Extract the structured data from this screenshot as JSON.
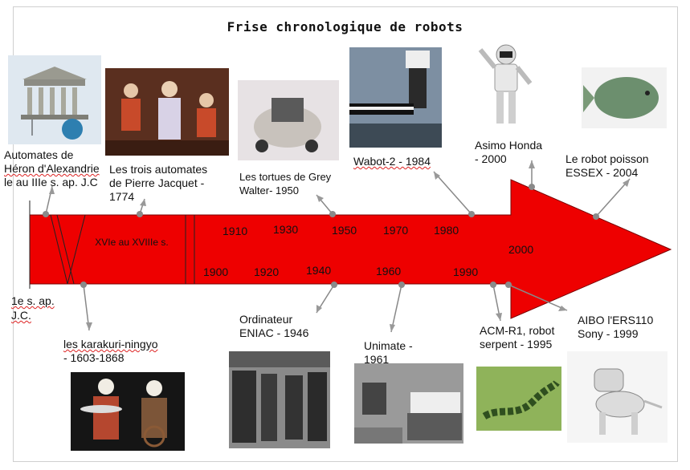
{
  "title": "Frise chronologique de robots",
  "eras": {
    "antiquity": "1e s. ap. J.C.",
    "pre": "XVIe au XVIIIe s."
  },
  "years_top": [
    "1910",
    "1930",
    "1950",
    "1970",
    "1980"
  ],
  "years_bottom": [
    "1900",
    "1920",
    "1940",
    "1960",
    "1990",
    "2000"
  ],
  "events": {
    "heron": {
      "line1": "Automates de",
      "line2": "Héron d'Alexandrie",
      "line3": "le au IIIe s. ap. J.C"
    },
    "jacquet": {
      "line1": "Les trois automates",
      "line2": "de Pierre Jacquet -",
      "line3": "1774"
    },
    "tortues": {
      "line1": "Les tortues de Grey",
      "line2": "Walter- 1950"
    },
    "wabot": {
      "line1": "Wabot-2 - 1984"
    },
    "asimo": {
      "line1": "Asimo Honda",
      "line2": "- 2000"
    },
    "poisson": {
      "line1": "Le robot poisson",
      "line2": "ESSEX - 2004"
    },
    "karakuri": {
      "line1": "les karakuri-ningyo",
      "line2": "- 1603-1868"
    },
    "eniac": {
      "line1": "Ordinateur",
      "line2": "ENIAC - 1946"
    },
    "unimate": {
      "line1": "Unimate -",
      "line2": "1961"
    },
    "acm": {
      "line1": "ACM-R1, robot",
      "line2": "serpent - 1995"
    },
    "aibo": {
      "line1": "AIBO l'ERS110",
      "line2": "Sony - 1999"
    }
  },
  "colors": {
    "arrow": "#ee0000",
    "connector": "#888888",
    "dot": "#8a8a8a"
  }
}
